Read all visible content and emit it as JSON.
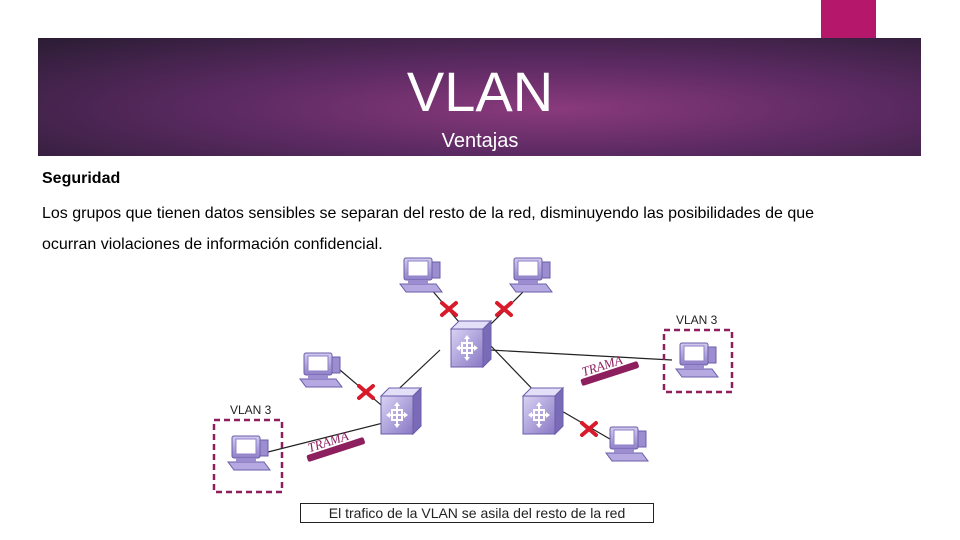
{
  "header": {
    "title": "VLAN",
    "subtitle": "Ventajas"
  },
  "content": {
    "heading": "Seguridad",
    "body_line_1": "Los grupos que tienen datos sensibles se separan del resto de la red, disminuyendo las posibilidades de que",
    "body_line_2": "ocurran violaciones de información confidencial."
  },
  "diagram": {
    "vlan_label_right": "VLAN 3",
    "vlan_label_left": "VLAN 3",
    "frame_label_right": "TRAMA",
    "frame_label_left": "TRAMA",
    "caption": "El trafico de la VLAN se asila del resto de la red",
    "blocked_link_icon": "red-x-icon",
    "computer_icon": "computer-icon",
    "switch_icon": "switch-icon"
  },
  "colors": {
    "banner_dark": "#2a1c33",
    "banner_mid": "#5c2a63",
    "accent": "#b5176b",
    "device": "#a99ad6",
    "frame": "#8e1f5f",
    "blocked": "#d81b2a",
    "vlan_border": "#8e1f5f"
  }
}
